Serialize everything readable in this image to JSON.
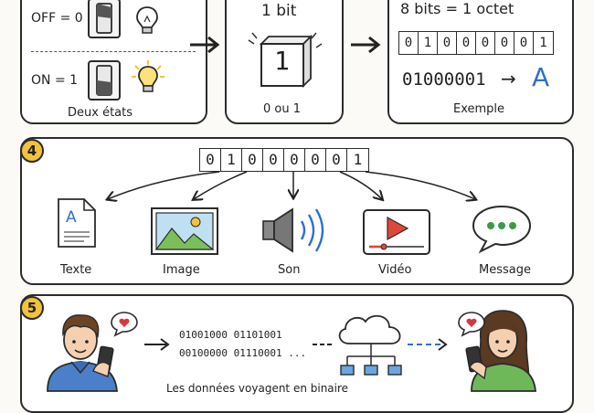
{
  "panel1": {
    "off_label": "OFF = 0",
    "on_label": "ON = 1",
    "caption": "Deux états"
  },
  "panel2": {
    "title": "1 bit",
    "cube_value": "1",
    "caption": "0 ou 1"
  },
  "panel3": {
    "title": "8 bits = 1 octet",
    "byte_bits": [
      "0",
      "1",
      "0",
      "0",
      "0",
      "0",
      "0",
      "1"
    ],
    "binary_text": "01000001",
    "arrow_text": "→",
    "result_char": "A",
    "caption": "Exemple"
  },
  "panel4": {
    "badge": "4",
    "byte_bits": [
      "0",
      "1",
      "0",
      "0",
      "0",
      "0",
      "0",
      "1"
    ],
    "outputs": [
      {
        "label": "Texte",
        "icon": "document-icon"
      },
      {
        "label": "Image",
        "icon": "picture-icon"
      },
      {
        "label": "Son",
        "icon": "speaker-icon"
      },
      {
        "label": "Vidéo",
        "icon": "video-player-icon"
      },
      {
        "label": "Message",
        "icon": "chat-bubble-icon"
      }
    ],
    "document_letter": "A"
  },
  "panel5": {
    "badge": "5",
    "binary_line1": "01001000 01101001",
    "binary_line2": "00100000 01110001 ...",
    "caption": "Les données voyagent en binaire"
  },
  "colors": {
    "badge": "#f2c33a",
    "blue": "#2f6fd0",
    "red": "#e0473a",
    "green": "#3a9a4a",
    "heart": "#d9363e"
  }
}
